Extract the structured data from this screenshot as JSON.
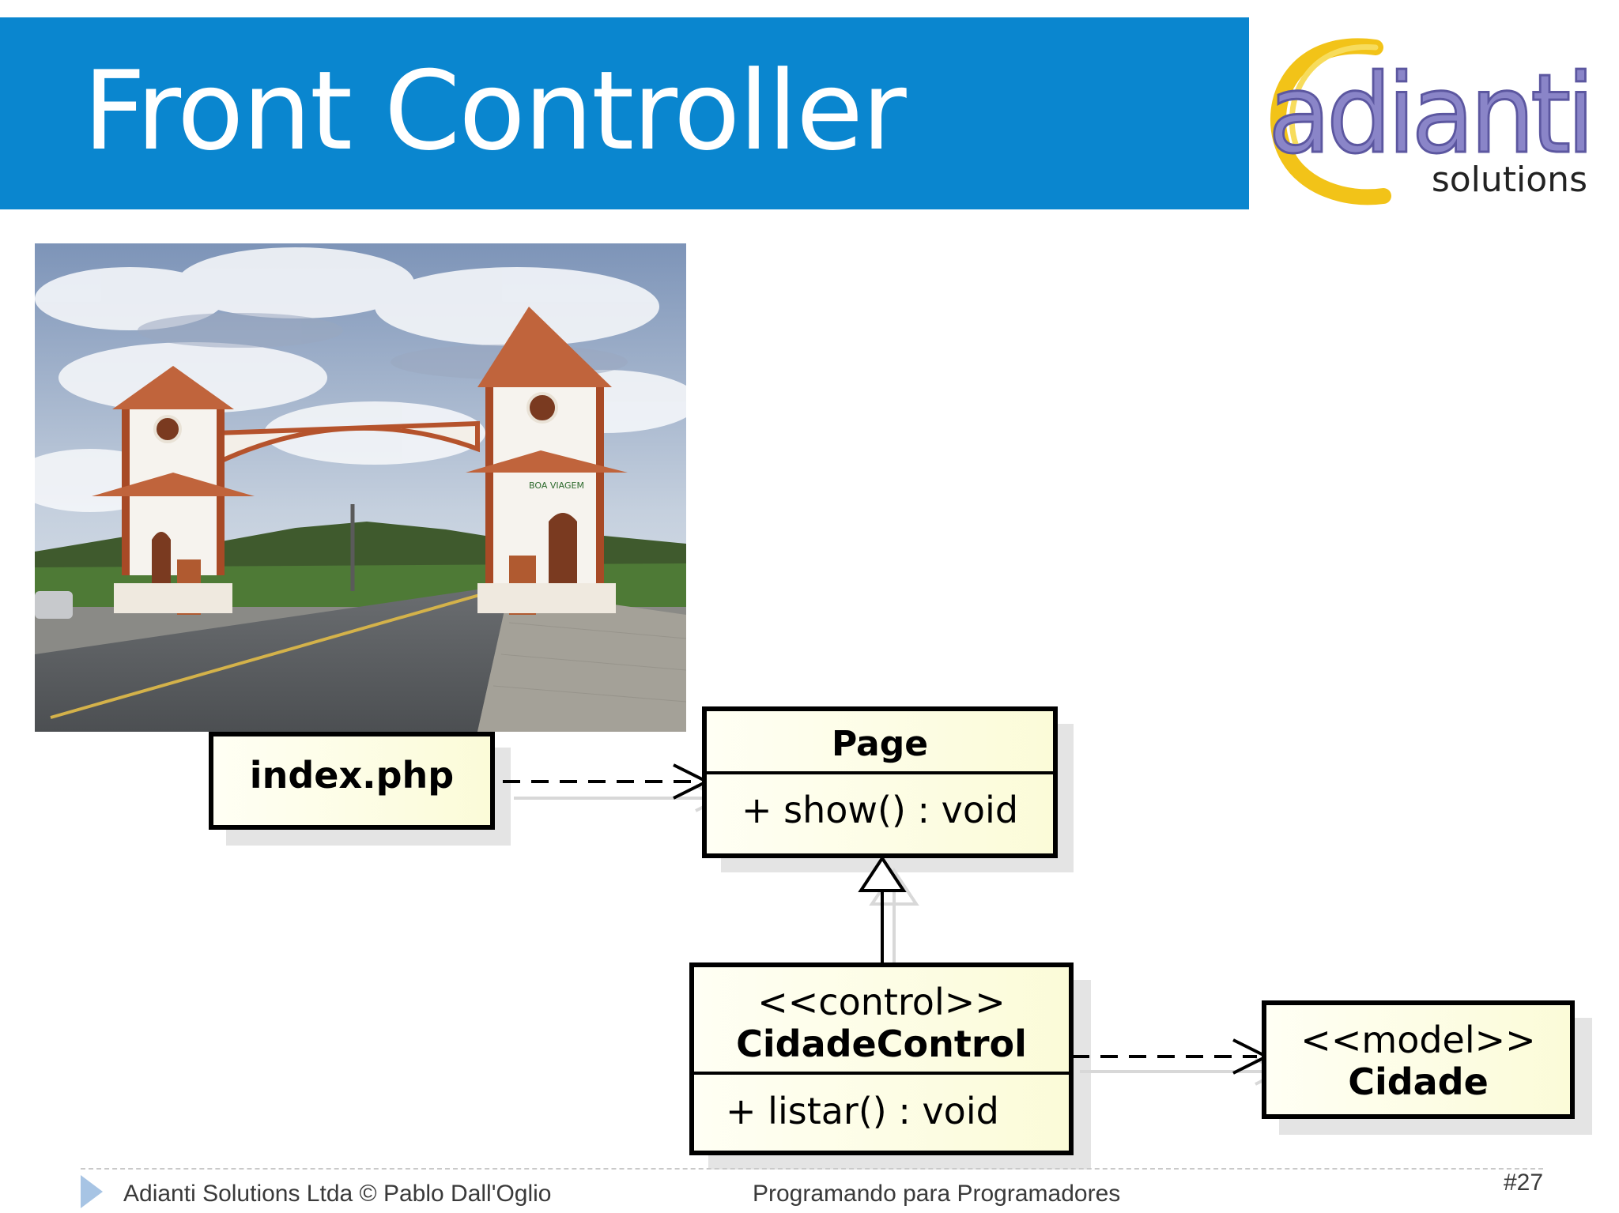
{
  "header": {
    "title": "Front Controller",
    "accent_color": "#0a86cf"
  },
  "logo": {
    "word": "adianti",
    "sub": "solutions"
  },
  "photo": {
    "sign_text": "BOA VIAGEM"
  },
  "diagram": {
    "index_box": {
      "label": "index.php"
    },
    "page_box": {
      "name": "Page",
      "method": "+ show() : void"
    },
    "control_box": {
      "stereotype": "<<control>>",
      "name": "CidadeControl",
      "method": "+ listar() : void"
    },
    "model_box": {
      "stereotype": "<<model>>",
      "name": "Cidade"
    },
    "relations": [
      {
        "from": "index.php",
        "to": "Page",
        "type": "dependency"
      },
      {
        "from": "CidadeControl",
        "to": "Page",
        "type": "generalization"
      },
      {
        "from": "CidadeControl",
        "to": "Cidade",
        "type": "dependency"
      }
    ]
  },
  "footer": {
    "left": "Adianti Solutions Ltda © Pablo Dall'Oglio",
    "center": "Programando para Programadores",
    "page": "#27"
  }
}
